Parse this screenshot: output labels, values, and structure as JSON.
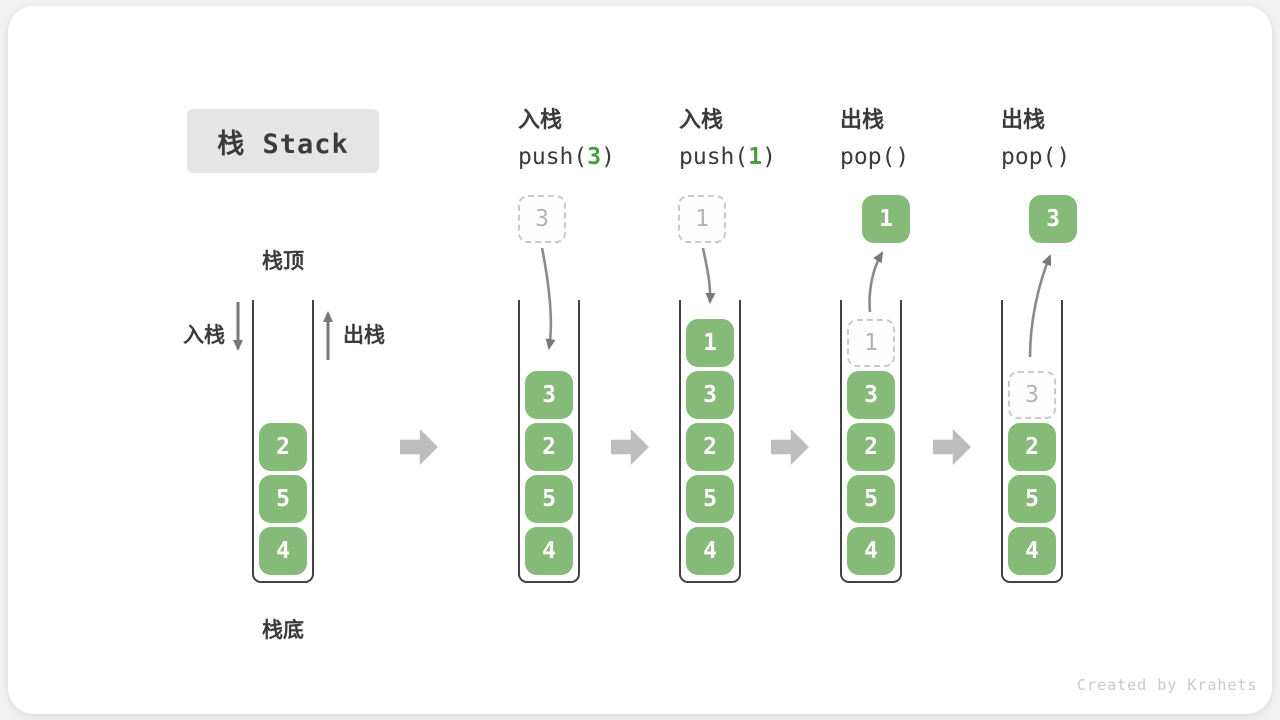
{
  "title": "栈 Stack",
  "watermark": "Created by Krahets",
  "labels": {
    "stack_top": "栈顶",
    "stack_bottom": "栈底",
    "push_in": "入栈",
    "pop_out": "出栈"
  },
  "steps": [
    {
      "stack": [
        "2",
        "5",
        "4"
      ]
    },
    {
      "op_cn": "入栈",
      "code_pre": "push(",
      "code_arg": "3",
      "code_post": ")",
      "incoming": "3",
      "stack": [
        "3",
        "2",
        "5",
        "4"
      ]
    },
    {
      "op_cn": "入栈",
      "code_pre": "push(",
      "code_arg": "1",
      "code_post": ")",
      "incoming": "1",
      "stack": [
        "1",
        "3",
        "2",
        "5",
        "4"
      ]
    },
    {
      "op_cn": "出栈",
      "code_pre": "pop()",
      "code_arg": "",
      "code_post": "",
      "outgoing": "1",
      "ghost": "1",
      "stack": [
        "3",
        "2",
        "5",
        "4"
      ]
    },
    {
      "op_cn": "出栈",
      "code_pre": "pop()",
      "code_arg": "",
      "code_post": "",
      "outgoing": "3",
      "ghost": "3",
      "stack": [
        "2",
        "5",
        "4"
      ]
    }
  ],
  "colors": {
    "cell_green": "#86ba78",
    "code_arg_green": "#4c9e42",
    "step_arrow_gray": "#bdbdbd",
    "flow_arrow_gray": "#787878",
    "ghost_gray": "#b3b3b3",
    "title_bg": "#e5e5e5",
    "ink": "#3b3b3b"
  }
}
